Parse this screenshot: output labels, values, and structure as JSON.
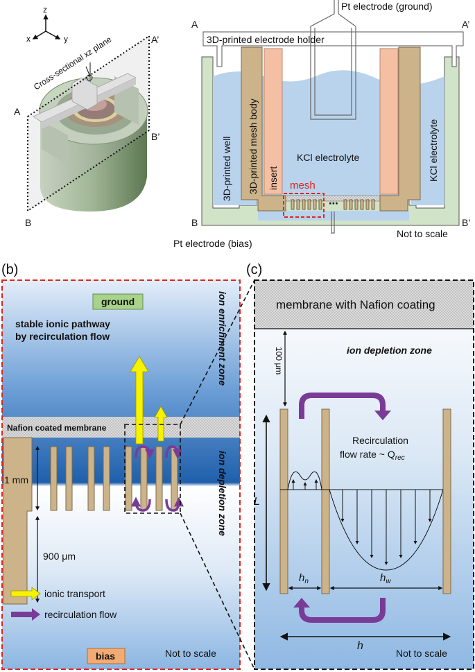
{
  "iso": {
    "axes": {
      "z": "z",
      "x": "x",
      "y": "y"
    },
    "plane_label": "Cross-sectional xz plane",
    "corners": {
      "a": "A",
      "a_prime": "A’",
      "b": "B",
      "b_prime": "B’"
    }
  },
  "cross_section": {
    "top_electrode": "Pt electrode (ground)",
    "holder": "3D-printed electrode holder",
    "well": "3D-printed well",
    "mesh_body": "3D-printed mesh body",
    "insert": "insert",
    "kcl_center": "KCl electrolyte",
    "kcl_side": "KCl electrolyte",
    "mesh": "mesh",
    "ellipsis": "⋯",
    "bias_electrode": "Pt electrode (bias)",
    "note": "Not to scale",
    "corner_a": "A",
    "corner_a_prime": "A’",
    "corner_b": "B",
    "corner_b_prime": "B’"
  },
  "panel_b": {
    "label": "(b)",
    "ground": "ground",
    "stable_line1": "stable ionic pathway",
    "stable_line2": "by recirculation flow",
    "zone_enrichment": "ion enrichment zone",
    "zone_depletion": "ion depletion zone",
    "membrane": "Nafion coated membrane",
    "dim_1mm": "1 mm",
    "dim_900": "900 μm",
    "legend_ionic": "ionic transport",
    "legend_recirc": "recirculation flow",
    "bias": "bias",
    "note": "Not to scale"
  },
  "panel_c": {
    "label": "(c)",
    "membrane": "membrane with Nafion coating",
    "zone": "ion depletion zone",
    "dim_100": "100 μm",
    "recirc_line1": "Recirculation",
    "recirc_line2": "flow rate ~ Q",
    "recirc_sub": "rec",
    "L": "L",
    "hn": "h",
    "hn_sub": "n",
    "hw": "h",
    "hw_sub": "w",
    "h": "h",
    "note": "Not to scale"
  },
  "colors": {
    "tan": "#cdb38a",
    "tan_dark": "#7a6a4a",
    "salmon": "#f4bfa2",
    "electrolyte": "#b9d3ec",
    "well": "#d2e4c8",
    "membrane": "#d8d8d8",
    "red_dash": "#e0231c",
    "yellow": "#f7f200",
    "purple": "#7a3b97",
    "ground_box": "#a8d38a",
    "bias_box": "#f2ab72",
    "deep_blue": "#1f6ab2"
  }
}
